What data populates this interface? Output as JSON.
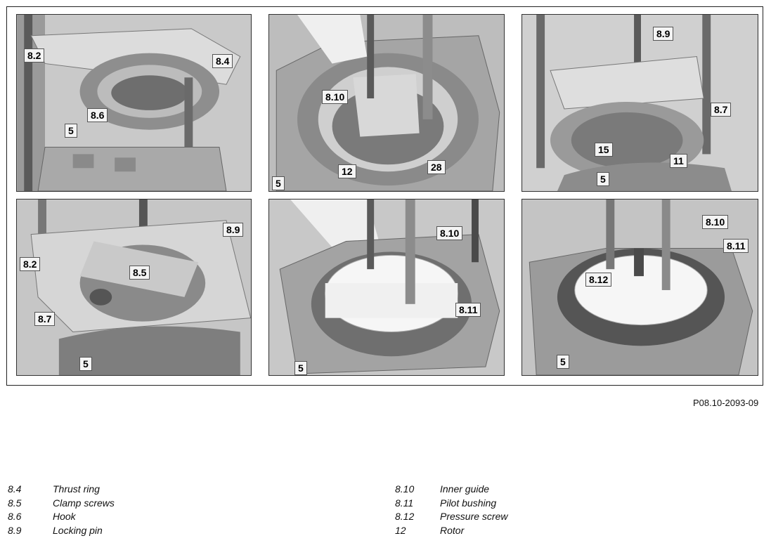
{
  "panels": [
    {
      "id": "p1",
      "callouts": [
        "8.2",
        "8.4",
        "8.6",
        "5"
      ]
    },
    {
      "id": "p2",
      "callouts": [
        "8.10",
        "12",
        "28",
        "5"
      ]
    },
    {
      "id": "p3",
      "callouts": [
        "8.9",
        "8.7",
        "15",
        "11",
        "5"
      ]
    },
    {
      "id": "p4",
      "callouts": [
        "8.9",
        "8.2",
        "8.5",
        "8.7",
        "5"
      ]
    },
    {
      "id": "p5",
      "callouts": [
        "8.10",
        "8.11",
        "5"
      ]
    },
    {
      "id": "p6",
      "callouts": [
        "8.10",
        "8.11",
        "8.12",
        "5"
      ]
    }
  ],
  "figure_code": "P08.10-2093-09",
  "legend_left": [
    {
      "num": "8.4",
      "desc": "Thrust ring"
    },
    {
      "num": "8.5",
      "desc": "Clamp screws"
    },
    {
      "num": "8.6",
      "desc": "Hook"
    },
    {
      "num": "8.9",
      "desc": "Locking pin"
    }
  ],
  "legend_right": [
    {
      "num": "8.10",
      "desc": "Inner guide"
    },
    {
      "num": "8.11",
      "desc": "Pilot bushing"
    },
    {
      "num": "8.12",
      "desc": "Pressure screw"
    },
    {
      "num": "12",
      "desc": "Rotor"
    }
  ]
}
